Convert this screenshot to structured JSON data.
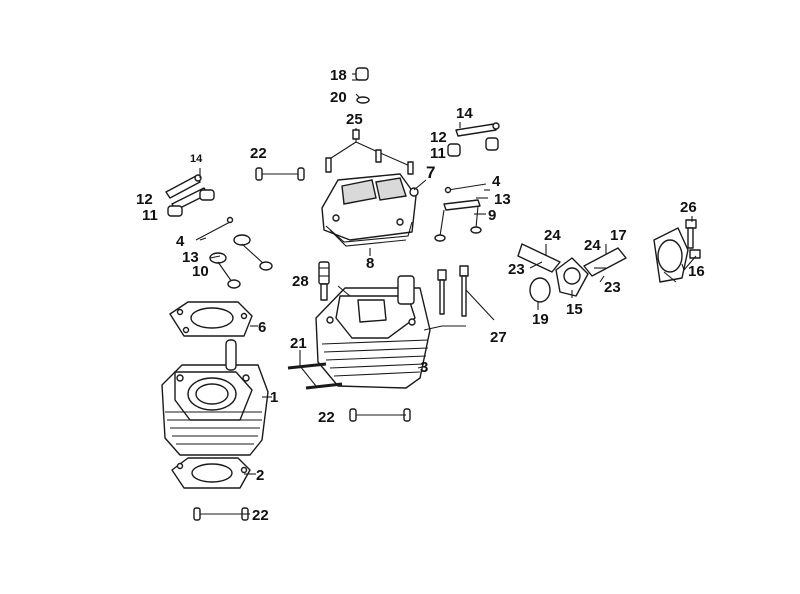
{
  "diagram": {
    "callouts": {
      "c1": "1",
      "c2": "2",
      "c3": "3",
      "c4a": "4",
      "c4b": "4",
      "c6": "6",
      "c7": "7",
      "c8": "8",
      "c9": "9",
      "c10": "10",
      "c11a": "11",
      "c11b": "11",
      "c12a": "12",
      "c12b": "12",
      "c13a": "13",
      "c13b": "13",
      "c14a": "14",
      "c14b": "14",
      "c15": "15",
      "c16": "16",
      "c17": "17",
      "c18": "18",
      "c19": "19",
      "c20": "20",
      "c21": "21",
      "c22a": "22",
      "c22b": "22",
      "c22c": "22",
      "c23a": "23",
      "c23b": "23",
      "c24a": "24",
      "c24b": "24",
      "c25": "25",
      "c26": "26",
      "c27": "27",
      "c28": "28"
    }
  }
}
